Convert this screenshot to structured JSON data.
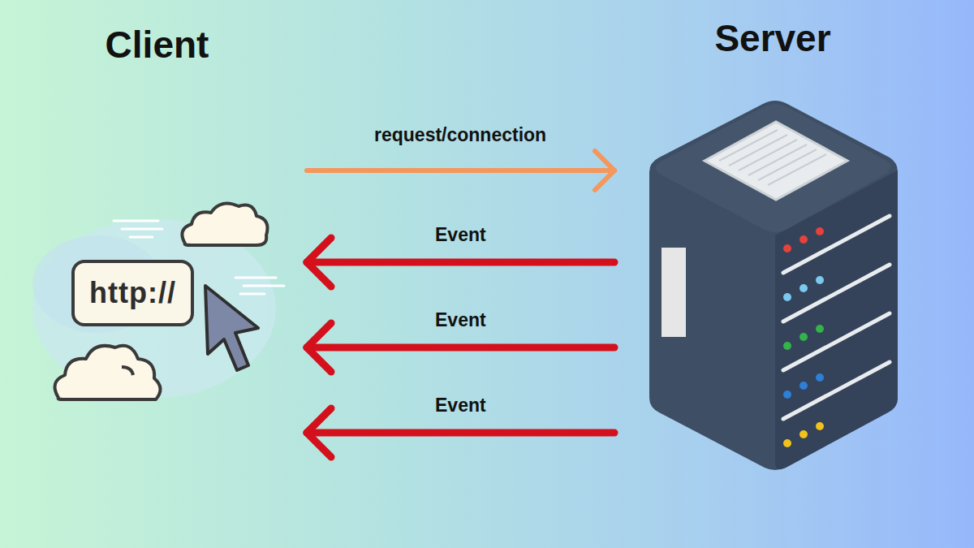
{
  "diagram": {
    "nodes": [
      {
        "text": [
          "Client"
        ]
      },
      {
        "text": [
          "http://"
        ],
        "in": 0
      },
      {
        "text": [
          "Server"
        ]
      }
    ],
    "edges": [
      {
        "from": 0,
        "to": 2,
        "label": "request/connection",
        "arrow": "to"
      },
      {
        "from": 2,
        "to": 0,
        "label": "Event",
        "arrow": "to"
      },
      {
        "from": 2,
        "to": 0,
        "label": "Event",
        "arrow": "to"
      },
      {
        "from": 2,
        "to": 0,
        "label": "Event",
        "arrow": "to"
      }
    ]
  }
}
